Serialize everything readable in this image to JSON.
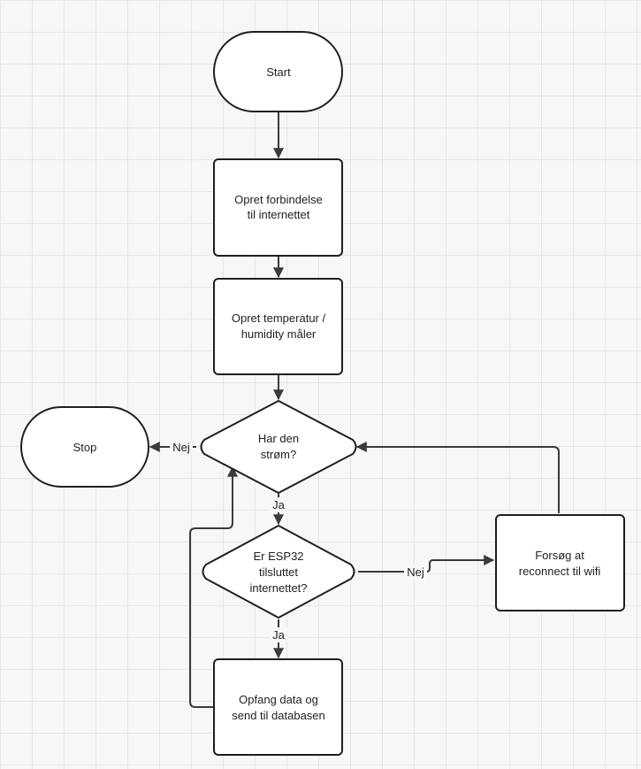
{
  "nodes": {
    "start": {
      "text": "Start"
    },
    "connect": {
      "line1": "Opret forbindelse",
      "line2": "til internettet"
    },
    "sensor": {
      "line1": "Opret temperatur /",
      "line2": "humidity måler"
    },
    "power": {
      "line1": "Har den",
      "line2": "strøm?"
    },
    "stop": {
      "text": "Stop"
    },
    "esp": {
      "line1": "Er ESP32",
      "line2": "tilsluttet",
      "line3": "internettet?"
    },
    "reconnect": {
      "line1": "Forsøg at",
      "line2": "reconnect til wifi"
    },
    "collect": {
      "line1": "Opfang data og",
      "line2": "send til databasen"
    }
  },
  "edges": {
    "power_no": "Nej",
    "power_yes": "Ja",
    "esp_no": "Nej",
    "esp_yes": "Ja"
  },
  "colors": {
    "background": "#f7f7f7",
    "grid": "#e6e6e6",
    "shape_fill": "#ffffff",
    "stroke": "#1f1f1f"
  }
}
